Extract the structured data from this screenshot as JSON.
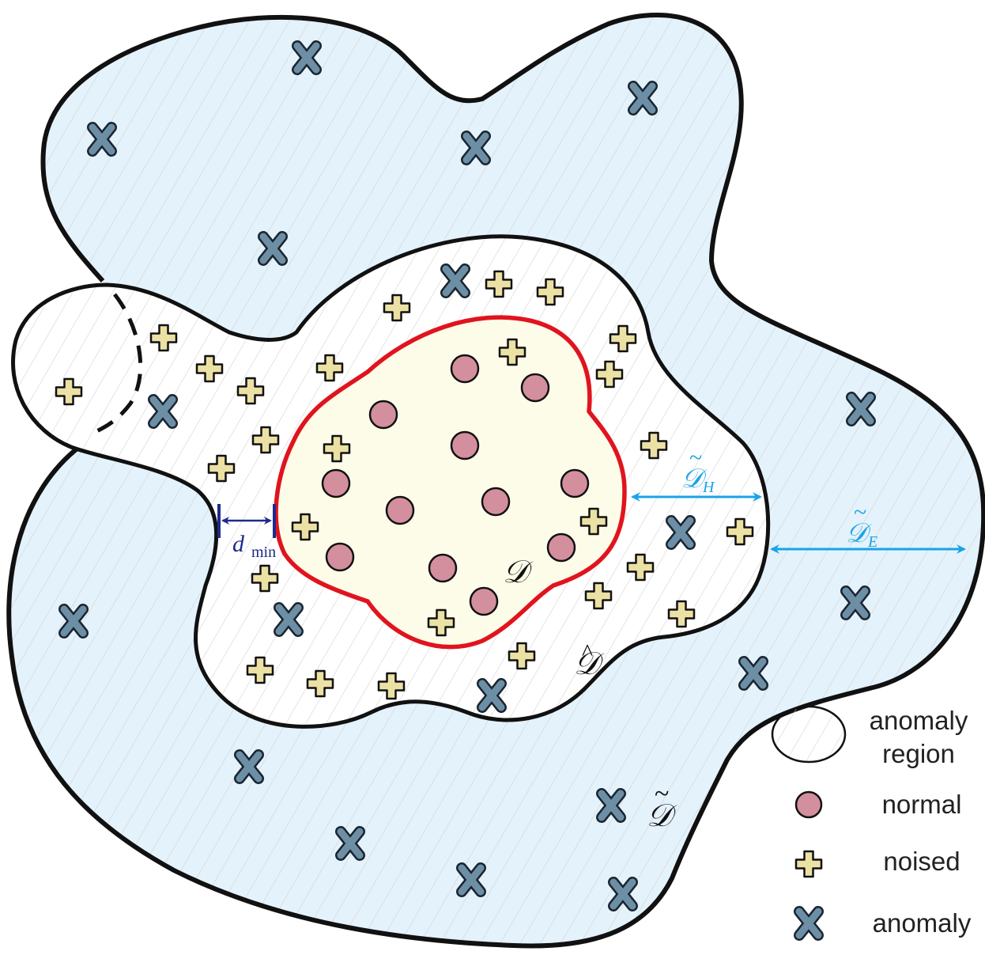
{
  "labels": {
    "D": "𝒟",
    "D_hat_base": "𝒟",
    "D_hat_accent": "^",
    "D_tilde_base": "𝒟",
    "D_tilde_accent": "~",
    "D_H_base": "𝒟",
    "D_H_sub": "H",
    "D_E_base": "𝒟",
    "D_E_sub": "E",
    "d_min_base": "d",
    "d_min_sub": "min"
  },
  "legend": {
    "anomaly_region_line1": "anomaly",
    "anomaly_region_line2": "region",
    "normal": "normal",
    "noised": "noised",
    "anomaly": "anomaly"
  },
  "colors": {
    "outer_fill": "#e4f2fb",
    "anomaly_region_fill": "#ffffff",
    "normal_region_fill": "#fdfce9",
    "normal_region_border": "#e0141e",
    "normal_marker": "#d48f9e",
    "noised_marker": "#ece1a4",
    "anomaly_marker": "#6d8fa6",
    "arrow_cyan": "#1aa3e8",
    "arrow_navy": "#1e2a8a"
  }
}
